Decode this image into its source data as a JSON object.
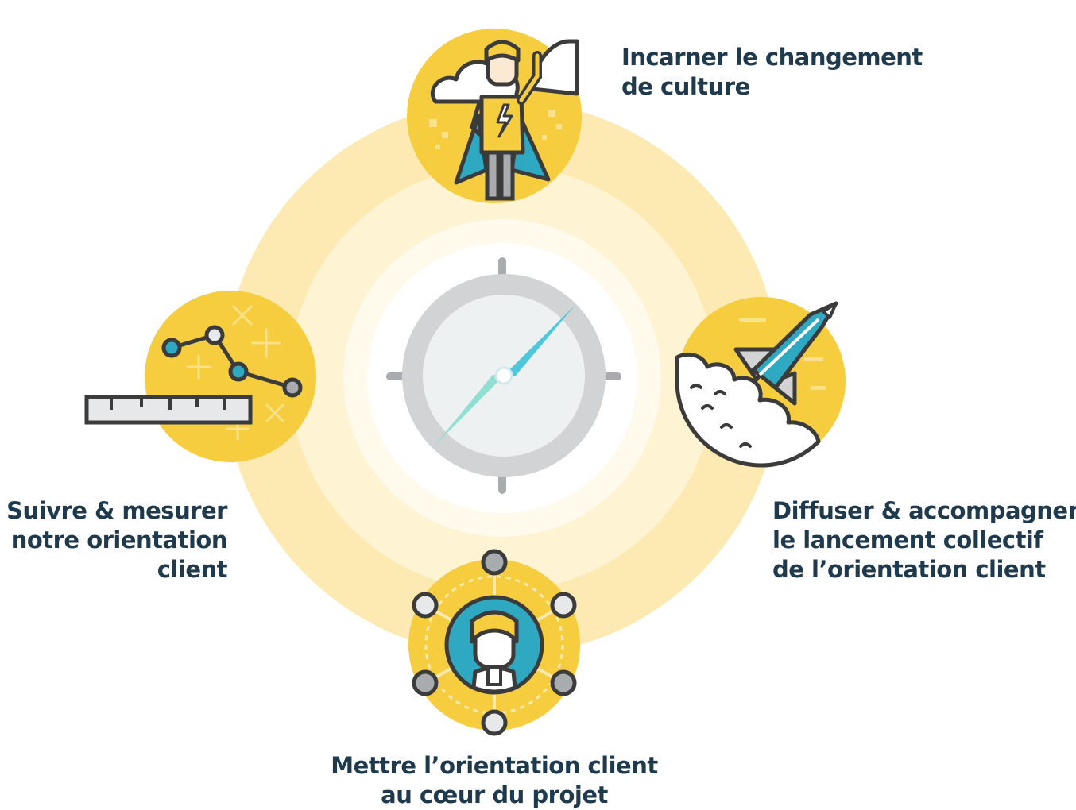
{
  "diagram": {
    "center": "compass-icon",
    "steps": [
      {
        "id": "top",
        "icon": "superhero-icon",
        "lines": [
          "Incarner le changement",
          "de culture"
        ]
      },
      {
        "id": "right",
        "icon": "rocket-icon",
        "lines": [
          "Diffuser & accompagner",
          "le lancement collectif",
          "de l’orientation client"
        ]
      },
      {
        "id": "bottom",
        "icon": "network-person-icon",
        "lines": [
          "Mettre l’orientation client",
          "au cœur du projet"
        ]
      },
      {
        "id": "left",
        "icon": "chart-ruler-icon",
        "lines": [
          "Suivre & mesurer",
          "notre orientation",
          "client"
        ]
      }
    ]
  },
  "colors": {
    "yellow": "#f6cd3f",
    "ring_outer": "#fdeab3",
    "ring_inner": "#fef6dc",
    "navy": "#1f3a4d",
    "teal": "#30b6ce",
    "gray": "#a8acaf",
    "outline": "#3b3b3b"
  }
}
